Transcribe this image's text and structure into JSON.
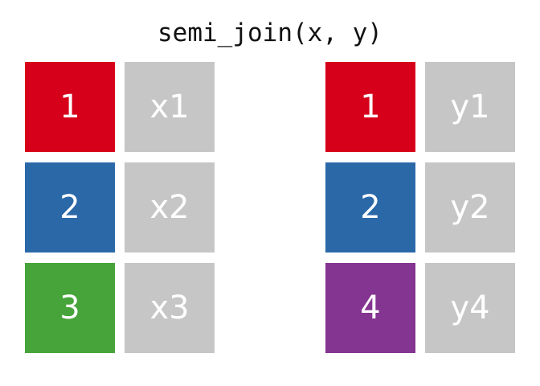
{
  "title": "semi_join(x, y)",
  "colors": {
    "key_1": "#d7001a",
    "key_2": "#2b68a8",
    "key_3": "#46a43a",
    "key_4": "#843491",
    "value_cell": "#c6c6c6"
  },
  "x_table": {
    "rows": [
      {
        "key": "1",
        "value": "x1"
      },
      {
        "key": "2",
        "value": "x2"
      },
      {
        "key": "3",
        "value": "x3"
      }
    ]
  },
  "y_table": {
    "rows": [
      {
        "key": "1",
        "value": "y1"
      },
      {
        "key": "2",
        "value": "y2"
      },
      {
        "key": "4",
        "value": "y4"
      }
    ]
  }
}
